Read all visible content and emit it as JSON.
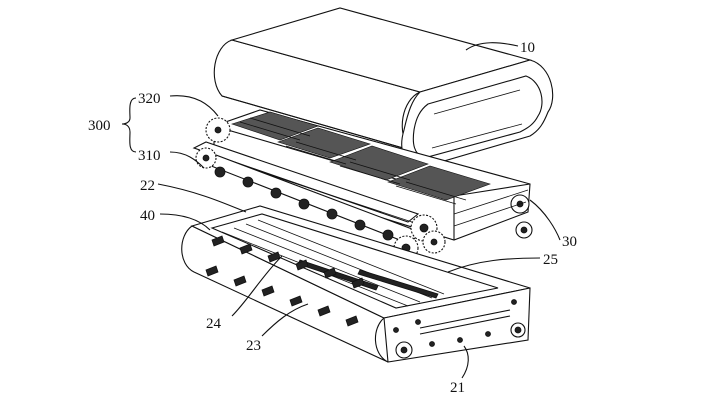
{
  "labels": {
    "l10": "10",
    "l300": "300",
    "l320": "320",
    "l310": "310",
    "l22": "22",
    "l40": "40",
    "l30": "30",
    "l25": "25",
    "l24": "24",
    "l23": "23",
    "l21": "21"
  },
  "colors": {
    "line": "#111111",
    "background": "#ffffff"
  }
}
